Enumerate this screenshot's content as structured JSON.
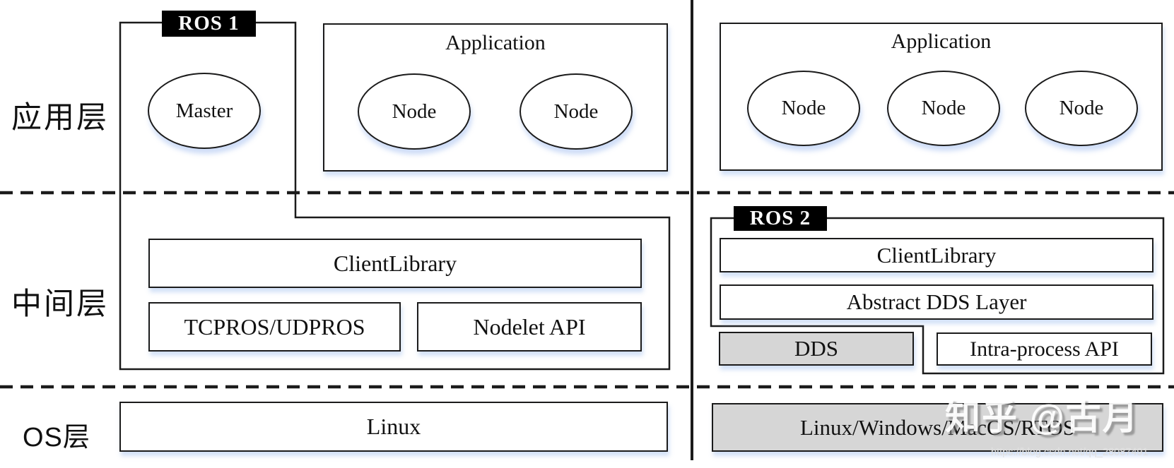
{
  "layers": {
    "application": "应用层",
    "middleware": "中间层",
    "os": "OS层"
  },
  "ros1": {
    "tag": "ROS 1",
    "master": "Master",
    "app": {
      "title": "Application",
      "nodes": [
        "Node",
        "Node"
      ]
    },
    "client_library": "ClientLibrary",
    "transport": "TCPROS/UDPROS",
    "nodelet_api": "Nodelet API",
    "os": "Linux"
  },
  "ros2": {
    "tag": "ROS 2",
    "app": {
      "title": "Application",
      "nodes": [
        "Node",
        "Node",
        "Node"
      ]
    },
    "client_library": "ClientLibrary",
    "abstract_dds": "Abstract DDS Layer",
    "dds": "DDS",
    "intra_process": "Intra-process API",
    "os": "Linux/Windows/MacOS/RTOS"
  },
  "watermark": {
    "brand": "知乎 @古月",
    "url": "https://blog.csdn.net/qq_28087491"
  },
  "colors": {
    "line": "#1b1b1b",
    "gray_fill": "#d6d6d6",
    "label_bg": "#000000",
    "label_fg": "#ffffff"
  }
}
